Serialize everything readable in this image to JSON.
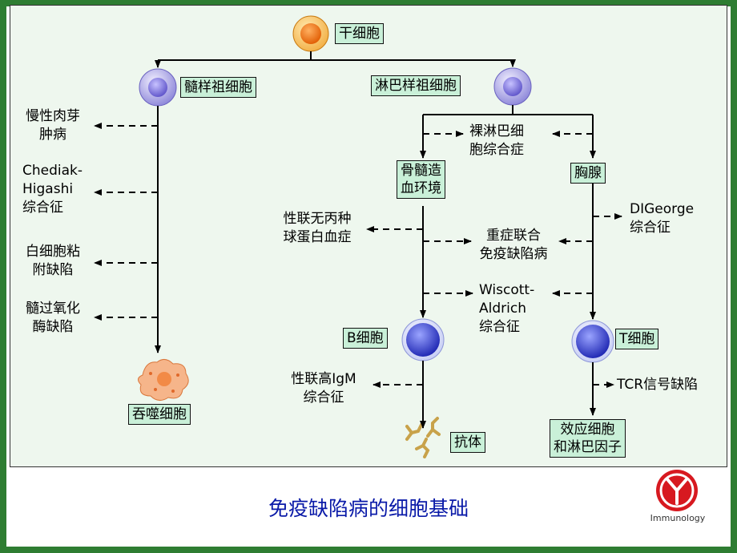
{
  "diagram": {
    "stem_cell": "干细胞",
    "myeloid_progenitor": "髓样祖细胞",
    "lymphoid_progenitor": "淋巴样祖细胞",
    "bone_marrow_microenvironment": [
      "骨髓造",
      "血环境"
    ],
    "thymus": "胸腺",
    "b_cell": "B细胞",
    "t_cell": "T细胞",
    "phagocyte": "吞噬细胞",
    "antibody": "抗体",
    "effector": [
      "效应细胞",
      "和淋巴因子"
    ],
    "diseases": {
      "cgd": [
        "慢性肉芽",
        "肿病"
      ],
      "chediak": [
        "Chediak-",
        "Higashi",
        "综合征"
      ],
      "lad": [
        "白细胞粘",
        "附缺陷"
      ],
      "mpo": [
        "髓过氧化",
        "酶缺陷"
      ],
      "bare_lymphocyte": [
        "裸淋巴细",
        "胞综合症"
      ],
      "xla": [
        "性联无丙种",
        "球蛋白血症"
      ],
      "scid": [
        "重症联合",
        "免疫缺陷病"
      ],
      "digeorge": [
        "DIGeorge",
        "综合征"
      ],
      "wiskott": [
        "Wiscott-",
        "Aldrich",
        "综合征"
      ],
      "hyper_igm": [
        "性联高IgM",
        "综合征"
      ],
      "tcr": "TCR信号缺陷"
    }
  },
  "footer": {
    "title": "免疫缺陷病的细胞基础",
    "logo_text": "Immunology"
  },
  "colors": {
    "background_frame": "#2e7d32",
    "panel": "#eef7ee",
    "box": "#c9f0d8",
    "title": "#0a1aa8",
    "stem_cell": "#f07a10",
    "lymphocyte": "#2a35c8",
    "logo": "#d71920"
  }
}
